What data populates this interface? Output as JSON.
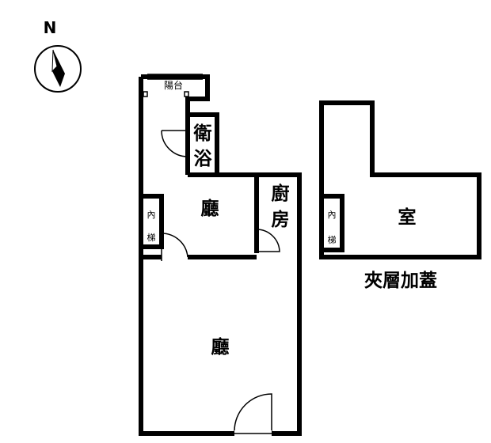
{
  "compass": {
    "label": "N"
  },
  "rooms": {
    "balcony": "陽台",
    "bathroom_line1": "衛",
    "bathroom_line2": "浴",
    "living_upper": "廳",
    "kitchen_line1": "廚",
    "kitchen_line2": "房",
    "stairs_line1": "內",
    "stairs_line2": "梯",
    "living_lower": "廳",
    "mezz_room": "室",
    "mezz_stairs_line1": "內",
    "mezz_stairs_line2": "梯"
  },
  "mezzanine": {
    "title": "夾層加蓋"
  },
  "colors": {
    "wall": "#000000",
    "background": "#ffffff",
    "compass_arrow": "#000000"
  },
  "icons": [
    "compass-icon",
    "door-swing-icon"
  ]
}
